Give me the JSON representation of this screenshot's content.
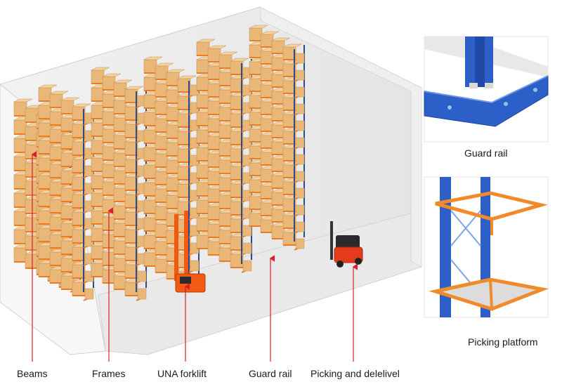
{
  "callouts": [
    {
      "id": "beams",
      "text": "Beams"
    },
    {
      "id": "frames",
      "text": "Frames"
    },
    {
      "id": "una-forklift",
      "text": "UNA forklift"
    },
    {
      "id": "guard-rail",
      "text": "Guard rail"
    },
    {
      "id": "picking",
      "text": "Picking and delelivel"
    }
  ],
  "insets": {
    "guard_rail": {
      "caption": "Guard rail"
    },
    "picking_platform": {
      "caption": "Picking platform"
    }
  },
  "colors": {
    "box": "#e9b878",
    "box_top": "#f3d29f",
    "box_side": "#c99256",
    "upright": "#2c4a86",
    "beam": "#f07a1e",
    "floor": "#ececec",
    "wall": "#f4f4f4",
    "arrow": "#d61f2b",
    "forklift": "#f05a14",
    "guard_blue": "#2d5fc8",
    "platform_orange": "#f08a2a"
  }
}
